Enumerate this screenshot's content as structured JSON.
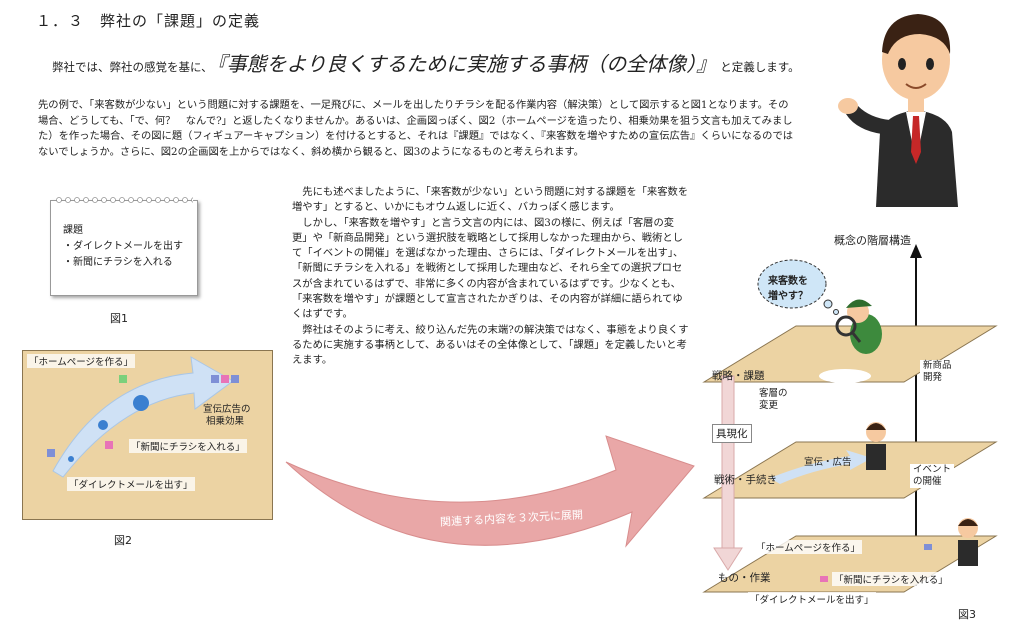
{
  "heading": "１．３　弊社の「課題」の定義",
  "intro": {
    "prefix": "弊社では、弊社の感覚を基に、",
    "emphasis": "『事態をより良くするために実施する事柄（の全体像）』",
    "suffix": "と定義します。"
  },
  "para1": "先の例で、「来客数が少ない」という問題に対する課題を、一足飛びに、メールを出したりチラシを配る作業内容（解決策）として図示すると図1となります。その場合、どうしても、「で、何？　なんで?」と返したくなりませんか。あるいは、企画図っぽく、図2（ホームページを造ったり、相乗効果を狙う文言も加えてみました）を作った場合、その図に題（フィギュアーキャプション）を付けるとすると、それは『課題』ではなく、『来客数を増やすための宣伝広告』くらいになるのではないでしょうか。さらに、図2の企画図を上からではなく、斜め横から観ると、図3のようになるものと考えられます。",
  "para2": [
    "先にも述べましたように、「来客数が少ない」という問題に対する課題を「来客数を増やす」とすると、いかにもオウム返しに近く、バカっぽく感じます。",
    "しかし、「来客数を増やす」と言う文言の内には、図3の様に、例えば「客層の変更」や「新商品開発」という選択肢を戦略として採用しなかった理由から、戦術として「イベントの開催」を選ばなかった理由、さらには、「ダイレクトメールを出す」、「新聞にチラシを入れる」を戦術として採用した理由など、それら全ての選択プロセスが含まれているはずで、非常に多くの内容が含まれているはずです。少なくとも、「来客数を増やす」が課題として宣言されたかぎりは、その内容が詳細に語られてゆくはずです。",
    "弊社はそのように考え、絞り込んだ先の末端?の解決策ではなく、事態をより良くするために実施する事柄として、あるいはその全体像として、「課題」を定義したいと考えます。"
  ],
  "fig1": {
    "title": "課題",
    "items": [
      "・ダイレクトメールを出す",
      "・新聞にチラシを入れる"
    ],
    "caption": "図1"
  },
  "fig2": {
    "homepage": "「ホームページを作る」",
    "ad1": "宣伝広告の",
    "ad2": "相乗効果",
    "flyer": "「新聞にチラシを入れる」",
    "dm": "「ダイレクトメールを出す」",
    "caption": "図2"
  },
  "arrow_label": "関連する内容を３次元に展開",
  "fig3": {
    "axis_title": "概念の階層構造",
    "bubble1": "来客数を",
    "bubble2": "増やす？",
    "layer1": "戦略・課題",
    "layer1_a1": "客層の",
    "layer1_a2": "変更",
    "layer1_b1": "新商品",
    "layer1_b2": "開発",
    "realize": "具現化",
    "layer2": "戦術・手続き",
    "layer2_a": "宣伝・広告",
    "layer2_b1": "イベント",
    "layer2_b2": "の開催",
    "layer3": "もの・作業",
    "layer3_hp": "「ホームページを作る」",
    "layer3_flyer": "「新聞にチラシを入れる」",
    "layer3_dm": "「ダイレクトメールを出す」",
    "caption": "図3"
  },
  "colors": {
    "board": "#ecd3a3",
    "arrow": "#e9a7a7",
    "accent_blue": "#3a7fd0"
  }
}
